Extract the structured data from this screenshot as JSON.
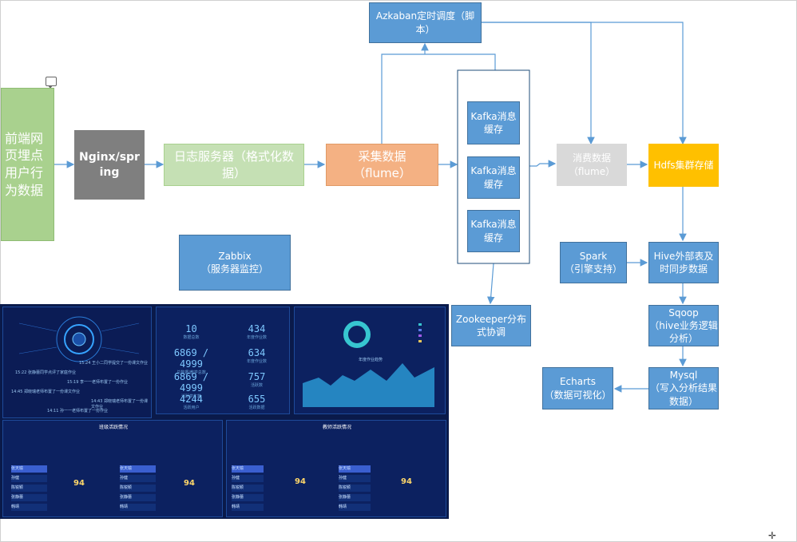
{
  "nodes": {
    "frontend": "前端网页埋点用户行为数据",
    "nginx": "Nginx/spring",
    "logserver": "日志服务器（格式化数据）",
    "collect_title": "采集数据",
    "collect_sub": "（flume）",
    "azkaban": "Azkaban定时调度（脚本）",
    "kafka": [
      "Kafka消息缓存",
      "Kafka消息缓存",
      "Kafka消息缓存"
    ],
    "consume_title": "消费数据",
    "consume_sub": "（flume）",
    "hdfs": "Hdfs集群存储",
    "zabbix": "Zabbix\n（服务器监控）",
    "zookeeper": "Zookeeper分布式协调",
    "spark": "Spark\n（引擎支持）",
    "hive": "Hive外部表及时同步数据",
    "sqoop": "Sqoop\n（hive业务逻辑分析）",
    "mysql": "Mysql\n（写入分析结果数据）",
    "echarts": "Echarts\n（数据可视化）"
  },
  "colors": {
    "frontend": "#a9d18e",
    "nginx": "#7f7f7f",
    "logserver": "#c5e0b4",
    "collect": "#f4b183",
    "blue": "#5b9bd5",
    "consume": "#d9d9d9",
    "hdfs": "#ffc000",
    "arrow": "#5b9bd5"
  },
  "dashboard": {
    "stats": [
      {
        "value": "10",
        "label": "数据总数"
      },
      {
        "value": "434",
        "label": "年度作业数"
      },
      {
        "value": "6869 / 4999",
        "label": "总数据/教学总数"
      },
      {
        "value": "634",
        "label": "年度作业数"
      },
      {
        "value": "6869 / 4999",
        "label": "活跃学生数"
      },
      {
        "value": "757",
        "label": "活跃数"
      },
      {
        "value": "4244",
        "label": "活跃用户"
      },
      {
        "value": "655",
        "label": "活跃数据"
      }
    ],
    "chart_title": "年度作业趋势",
    "left_panel_title": "班级活跃情况",
    "right_panel_title": "教师活跃情况",
    "gauge_values": [
      "94",
      "94",
      "94",
      "94"
    ],
    "rank_names": [
      "张天瑜",
      "孙健",
      "陈锐颖",
      "张静蕾",
      "韩靖"
    ],
    "ticker": [
      "15:24 王小二同学提交了一份课文作业",
      "15:22 张静蕾同学点评了家庭作业",
      "15:19 李一一老师布置了一份作业",
      "14:45 郑晓瑞老师布置了一份课文作业",
      "14:43 郑晓瑞老师布置了一份课文作业",
      "14:11 孙一一老师布置了一份作业"
    ]
  }
}
